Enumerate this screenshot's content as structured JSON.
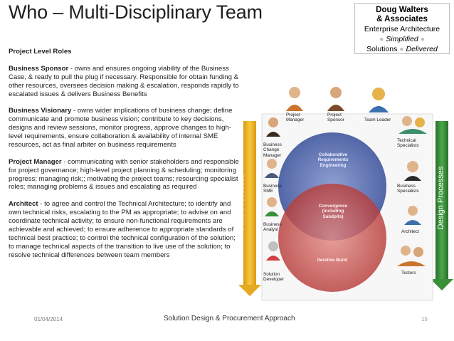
{
  "title": "Who – Multi-Disciplinary Team",
  "logo": {
    "line1": "Doug Walters",
    "line2": "& Associates",
    "line3": "Enterprise Architecture",
    "line4a": "Simplified",
    "line5a": "Solutions",
    "line5b": "Delivered"
  },
  "content": {
    "heading": "Project Level Roles",
    "roles": [
      {
        "name": "Business Sponsor",
        "text": " - owns and ensures ongoing viability of the Business Case, & ready to pull the plug if necessary. Responsible for obtain funding & other resources, oversees decision making & escalation, responds rapidly to escalated issues & delivers Business Benefits"
      },
      {
        "name": "Business Visionary",
        "text": " - owns wider implications of business change; define communicate and promote business vision; contribute to key decisions, designs and review sessions, monitor progress, approve changes to high-level requirements, ensure collaboration & availability of internal SME resources, act as final arbiter on business requirements"
      },
      {
        "name": "Project Manager",
        "text": " - communicating with senior stakeholders and responsible for project governance; high-level project planning & scheduling; monitoring progress; managing risk;; motivating the project teams; resourcing specialist roles; managing problems & issues and escalating as required"
      },
      {
        "name": "Architect",
        "text": " - to agree and control the Technical Architecture; to identify and own technical risks, escalating to the PM as appropriate; to advise on and coordinate technical activity; to ensure non-functional requirements are achievable and achieved; to ensure adherence to appropriate standards of technical best practice; to control the technical configuration of the solution; to manage technical aspects of the transition to live use of the solution; to resolve technical differences between team members"
      }
    ]
  },
  "diagram": {
    "left_bar": "PMO Processes",
    "right_bar": "Design Processes",
    "top_roles": [
      {
        "label": "Project\nManager"
      },
      {
        "label": "Project\nSponsor"
      },
      {
        "label": "Team Leader"
      }
    ],
    "left_roles": [
      {
        "label": "Business\nChange\nManager"
      },
      {
        "label": "Business\nSME"
      },
      {
        "label": "Business\nAnalyst"
      },
      {
        "label": "Solution\nDeveloper"
      }
    ],
    "right_roles": [
      {
        "label": "Technical\nSpecialists"
      },
      {
        "label": "Business\nSpecialists"
      },
      {
        "label": "Architect"
      },
      {
        "label": "Testers"
      }
    ],
    "circles": {
      "top_label": "Collaborative\nRequirements\nEngineering",
      "middle_label": "Convergence\n(including\nSandpits)",
      "bottom_label": "Iterative Build"
    },
    "colors": {
      "pmo_bar": "#f6c23a",
      "design_bar": "#3a8f3a",
      "blue_circle": "#5c72b4",
      "red_circle": "#c94a4a"
    }
  },
  "footer": {
    "date": "01/04/2014",
    "center": "Solution Design & Procurement Approach",
    "page": "15"
  }
}
